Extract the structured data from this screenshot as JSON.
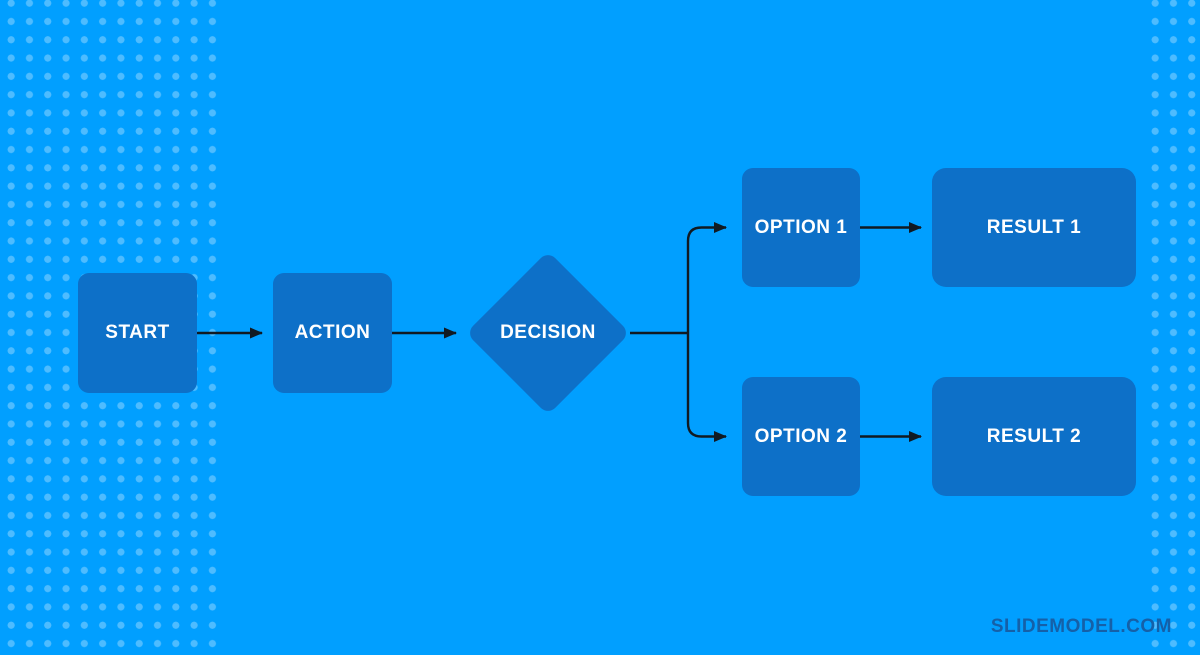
{
  "slide": {
    "background_color": "#019FFF",
    "node_fill_color": "#0D70C8",
    "dot_pattern_color": "rgba(255,255,255,0.30)",
    "arrow_color": "#111A22",
    "node_label_color": "#FFFFFF"
  },
  "flowchart": {
    "nodes": {
      "start": {
        "label": "START",
        "shape": "rounded-square"
      },
      "action": {
        "label": "ACTION",
        "shape": "rounded-square"
      },
      "decision": {
        "label": "DECISION",
        "shape": "diamond"
      },
      "option1": {
        "label": "OPTION 1",
        "shape": "rounded-square"
      },
      "option2": {
        "label": "OPTION 2",
        "shape": "rounded-square"
      },
      "result1": {
        "label": "RESULT 1",
        "shape": "rounded-rectangle"
      },
      "result2": {
        "label": "RESULT 2",
        "shape": "rounded-rectangle"
      }
    },
    "connections": [
      {
        "from": "start",
        "to": "action"
      },
      {
        "from": "action",
        "to": "decision"
      },
      {
        "from": "decision",
        "to": "option1"
      },
      {
        "from": "decision",
        "to": "option2"
      },
      {
        "from": "option1",
        "to": "result1"
      },
      {
        "from": "option2",
        "to": "result2"
      }
    ]
  },
  "watermark": {
    "text": "SLIDEMODEL.COM",
    "color": "#1560A8"
  }
}
